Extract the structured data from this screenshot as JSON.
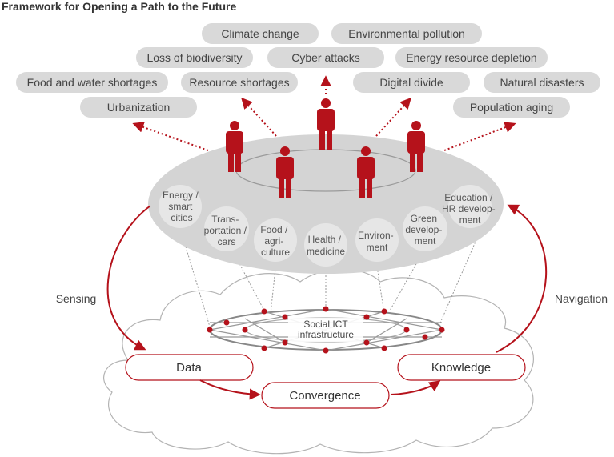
{
  "title": "Framework for Opening a Path to the Future",
  "issues": [
    "Climate change",
    "Environmental pollution",
    "Loss of biodiversity",
    "Cyber attacks",
    "Energy resource depletion",
    "Food and water shortages",
    "Resource shortages",
    "Digital divide",
    "Natural disasters",
    "Urbanization",
    "Population aging"
  ],
  "fields": [
    [
      "Energy /",
      "smart",
      "cities"
    ],
    [
      "Trans-",
      "portation /",
      "cars"
    ],
    [
      "Food /",
      "agri-",
      "culture"
    ],
    [
      "Health /",
      "medicine"
    ],
    [
      "Environ-",
      "ment"
    ],
    [
      "Green",
      "develop-",
      "ment"
    ],
    [
      "Education /",
      "HR develop-",
      "ment"
    ]
  ],
  "infrastructure": [
    "Social ICT",
    "infrastructure"
  ],
  "flow": {
    "sensing": "Sensing",
    "navigation": "Navigation",
    "data": "Data",
    "convergence": "Convergence",
    "knowledge": "Knowledge"
  },
  "colors": {
    "accent": "#b5121b",
    "pill": "#d9d9d9",
    "platform": "#d4d4d4",
    "field_circle": "#e6e6e6",
    "cloud_stroke": "#b3b3b3",
    "text": "#444444"
  }
}
